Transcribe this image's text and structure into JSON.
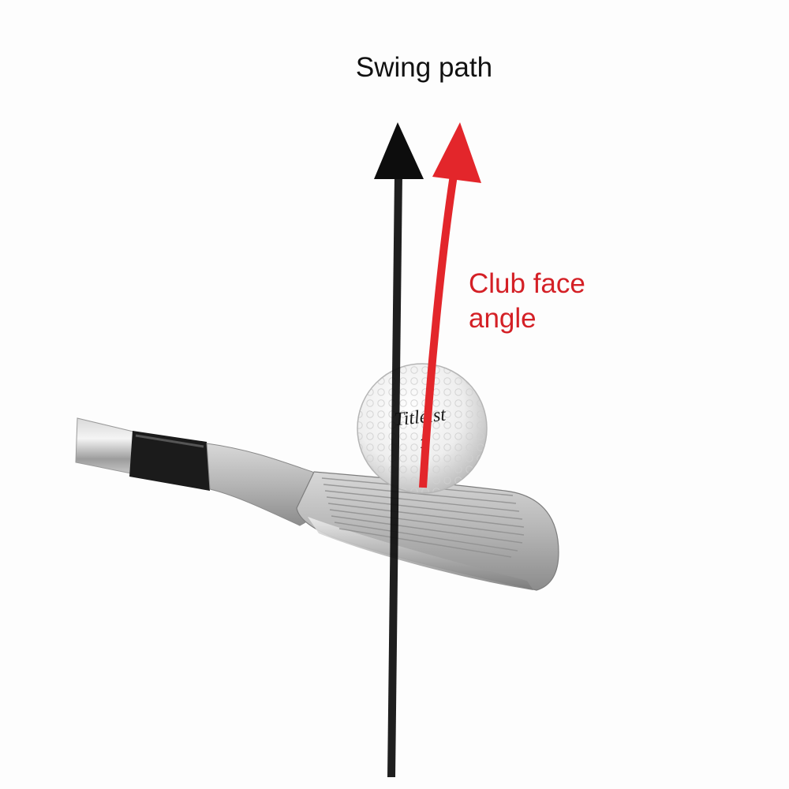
{
  "labels": {
    "swing_path": "Swing path",
    "club_face_angle_line1": "Club face",
    "club_face_angle_line2": "angle"
  },
  "ball": {
    "brand": "Titleist",
    "number": "1"
  },
  "colors": {
    "swing_path_arrow": "#0d0d0d",
    "club_face_arrow": "#e3262b",
    "club_face_label": "#d42026",
    "club_head": "#bcbcbc",
    "ferrule": "#1a1a1a"
  },
  "icons": {
    "club": "golf-iron-icon",
    "ball": "golf-ball-icon"
  }
}
